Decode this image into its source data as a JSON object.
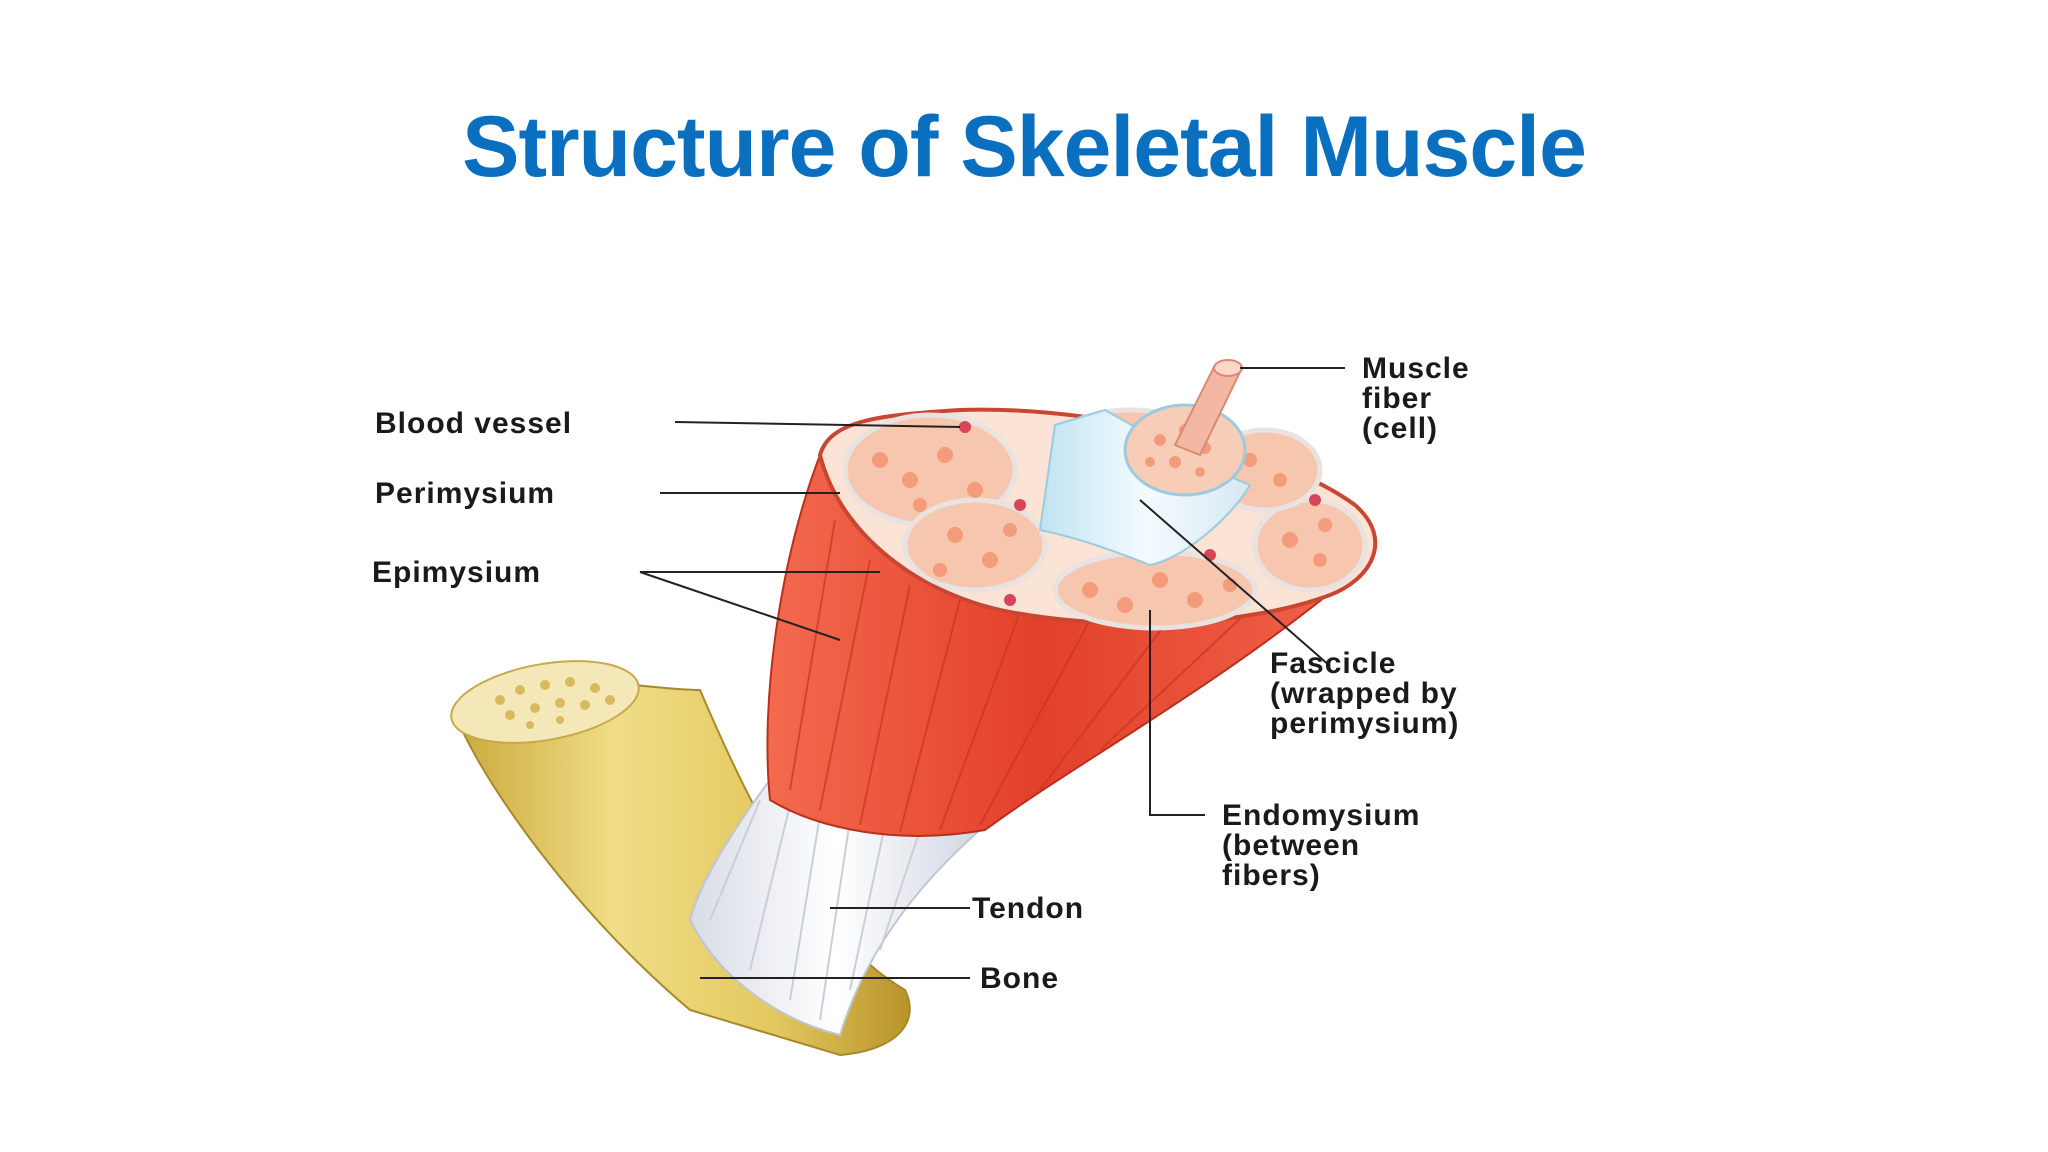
{
  "title": "Structure of Skeletal Muscle",
  "labels": {
    "blood_vessel": "Blood vessel",
    "perimysium": "Perimysium",
    "epimysium": "Epimysium",
    "muscle_fiber": [
      "Muscle",
      "fiber",
      "(cell)"
    ],
    "fascicle": [
      "Fascicle",
      "(wrapped by",
      "perimysium)"
    ],
    "endomysium": [
      "Endomysium",
      "(between",
      "fibers)"
    ],
    "tendon": "Tendon",
    "bone": "Bone"
  },
  "colors": {
    "title": "#0b6fc0",
    "muscle": "#e8432e",
    "fascicle_fill": "#f8cdb8",
    "bone": "#e6cf6a",
    "tendon": "#eef0f4"
  }
}
